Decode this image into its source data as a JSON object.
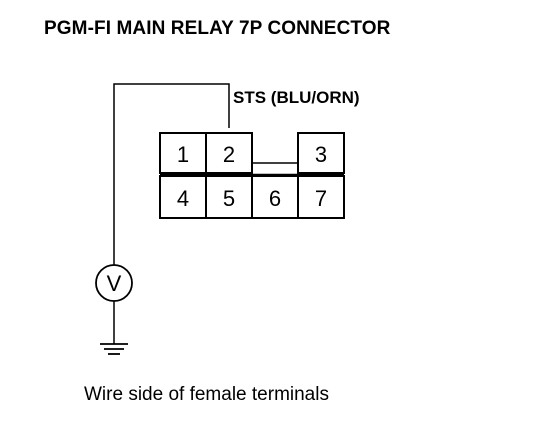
{
  "title": "PGM-FI MAIN RELAY 7P CONNECTOR",
  "wire_label": "STS (BLU/ORN)",
  "caption": "Wire side of female terminals",
  "meter_symbol": "V",
  "ground_symbol": "ground-icon",
  "pins": {
    "p1": "1",
    "p2": "2",
    "p3": "3",
    "p4": "4",
    "p5": "5",
    "p6": "6",
    "p7": "7"
  }
}
